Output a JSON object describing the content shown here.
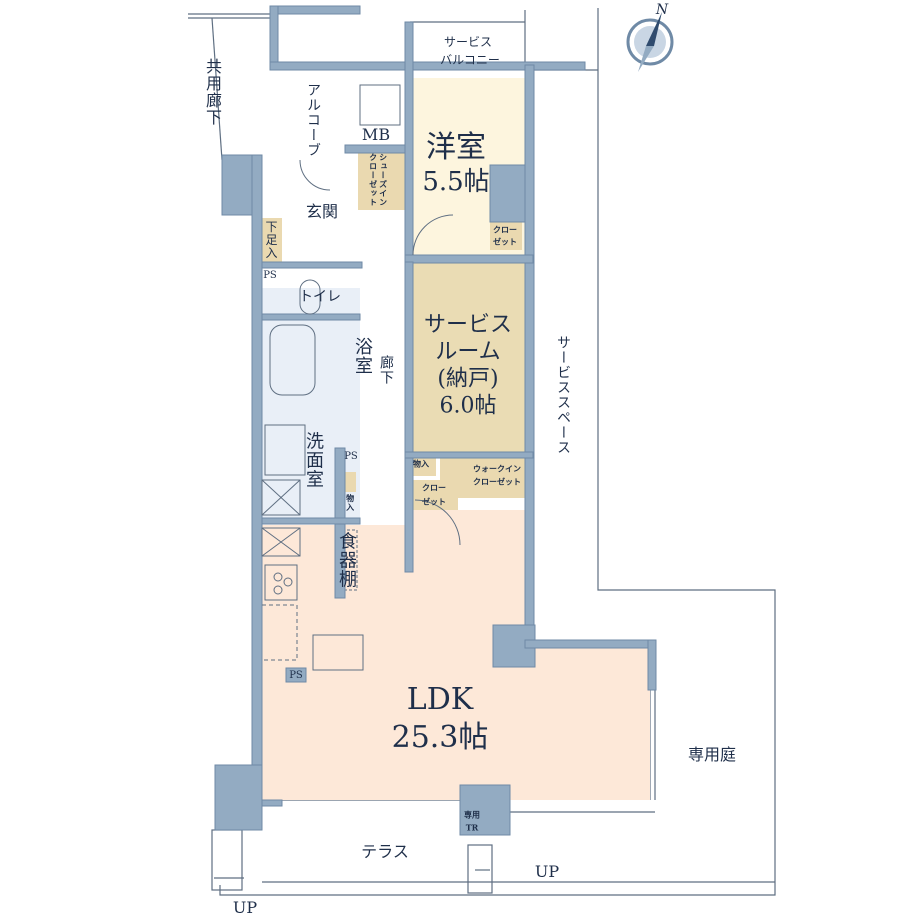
{
  "colors": {
    "wall": "#93abc2",
    "wall_stroke": "#6f8aa6",
    "western_room": "#fdf5de",
    "service_room": "#eadcb4",
    "ldk": "#fde8d8",
    "wet_area": "#e9eff7",
    "storage": "#ead9b0",
    "line": "#5f6f82"
  },
  "compass": {
    "icon": "north-arrow-compass",
    "label": "N"
  },
  "labels": {
    "common_corridor": "共用廊下",
    "service_balcony": [
      "サービス",
      "バルコニー"
    ],
    "alcove": "アルコーブ",
    "mb": "MB",
    "western_room": "洋室",
    "western_room_size": "5.5帖",
    "shoes_in_closet": [
      "シューズイン",
      "クローゼット"
    ],
    "entrance": "玄関",
    "shoe_box": "下足入",
    "closet_1": [
      "クロー",
      "ゼット"
    ],
    "ps_1": "PS",
    "toilet": "トイレ",
    "bathroom": "浴室",
    "hallway": "廊下",
    "service_room": [
      "サービス",
      "ルーム",
      "(納戸)",
      "6.0帖"
    ],
    "service_space": "サービススペース",
    "washroom": "洗面室",
    "ps_2": "PS",
    "storage_1": "物入",
    "storage_2": "物入",
    "walk_in_closet": [
      "ウォークイン",
      "クローゼット"
    ],
    "closet_2": [
      "クロー",
      "ゼット"
    ],
    "cupboard": "食器棚",
    "ps_3": "PS",
    "ldk": "LDK",
    "ldk_size": "25.3帖",
    "private_garden": "専用庭",
    "private_trunk": [
      "専用",
      "TR"
    ],
    "terrace": "テラス",
    "up_1": "UP",
    "up_2": "UP"
  }
}
